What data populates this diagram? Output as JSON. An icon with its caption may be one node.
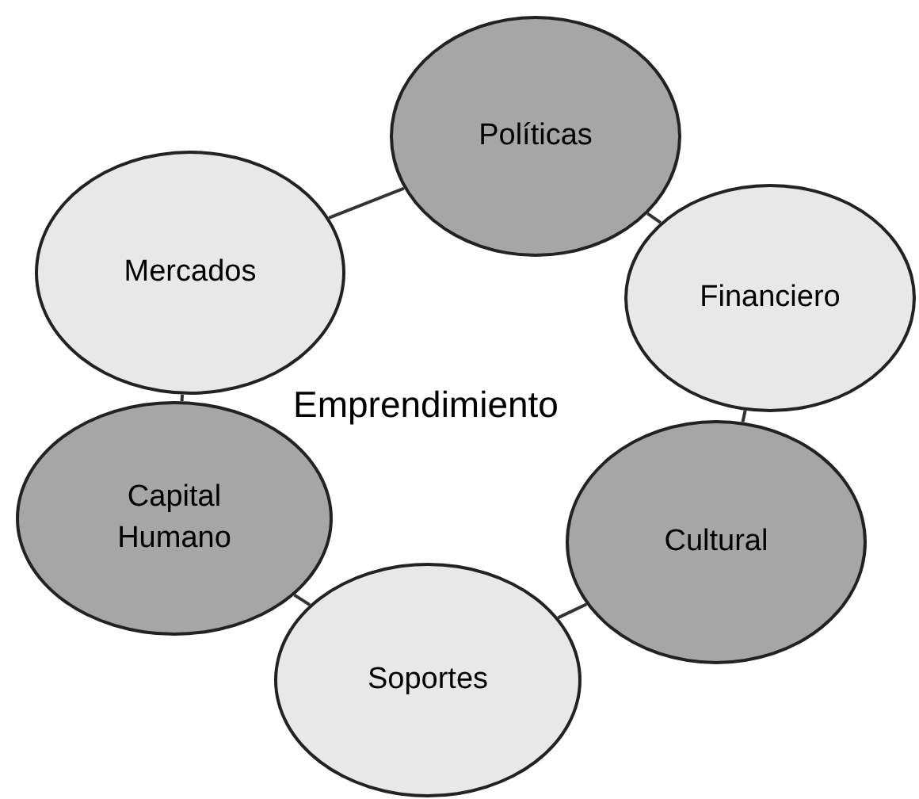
{
  "diagram": {
    "nodes": [
      {
        "text": [
          "Políticas"
        ]
      },
      {
        "text": [
          "Financiero"
        ]
      },
      {
        "text": [
          "Cultural"
        ]
      },
      {
        "text": [
          "Soportes"
        ]
      },
      {
        "text": [
          "Capital Humano"
        ]
      },
      {
        "text": [
          "Mercados"
        ]
      }
    ],
    "edges": [
      {
        "from": 0,
        "to": 1,
        "arrow": "none"
      },
      {
        "from": 1,
        "to": 2,
        "arrow": "none"
      },
      {
        "from": 2,
        "to": 3,
        "arrow": "none"
      },
      {
        "from": 3,
        "to": 4,
        "arrow": "none"
      },
      {
        "from": 4,
        "to": 5,
        "arrow": "none"
      },
      {
        "from": 5,
        "to": 0,
        "arrow": "none"
      }
    ],
    "labels": [
      "Emprendimiento"
    ]
  }
}
